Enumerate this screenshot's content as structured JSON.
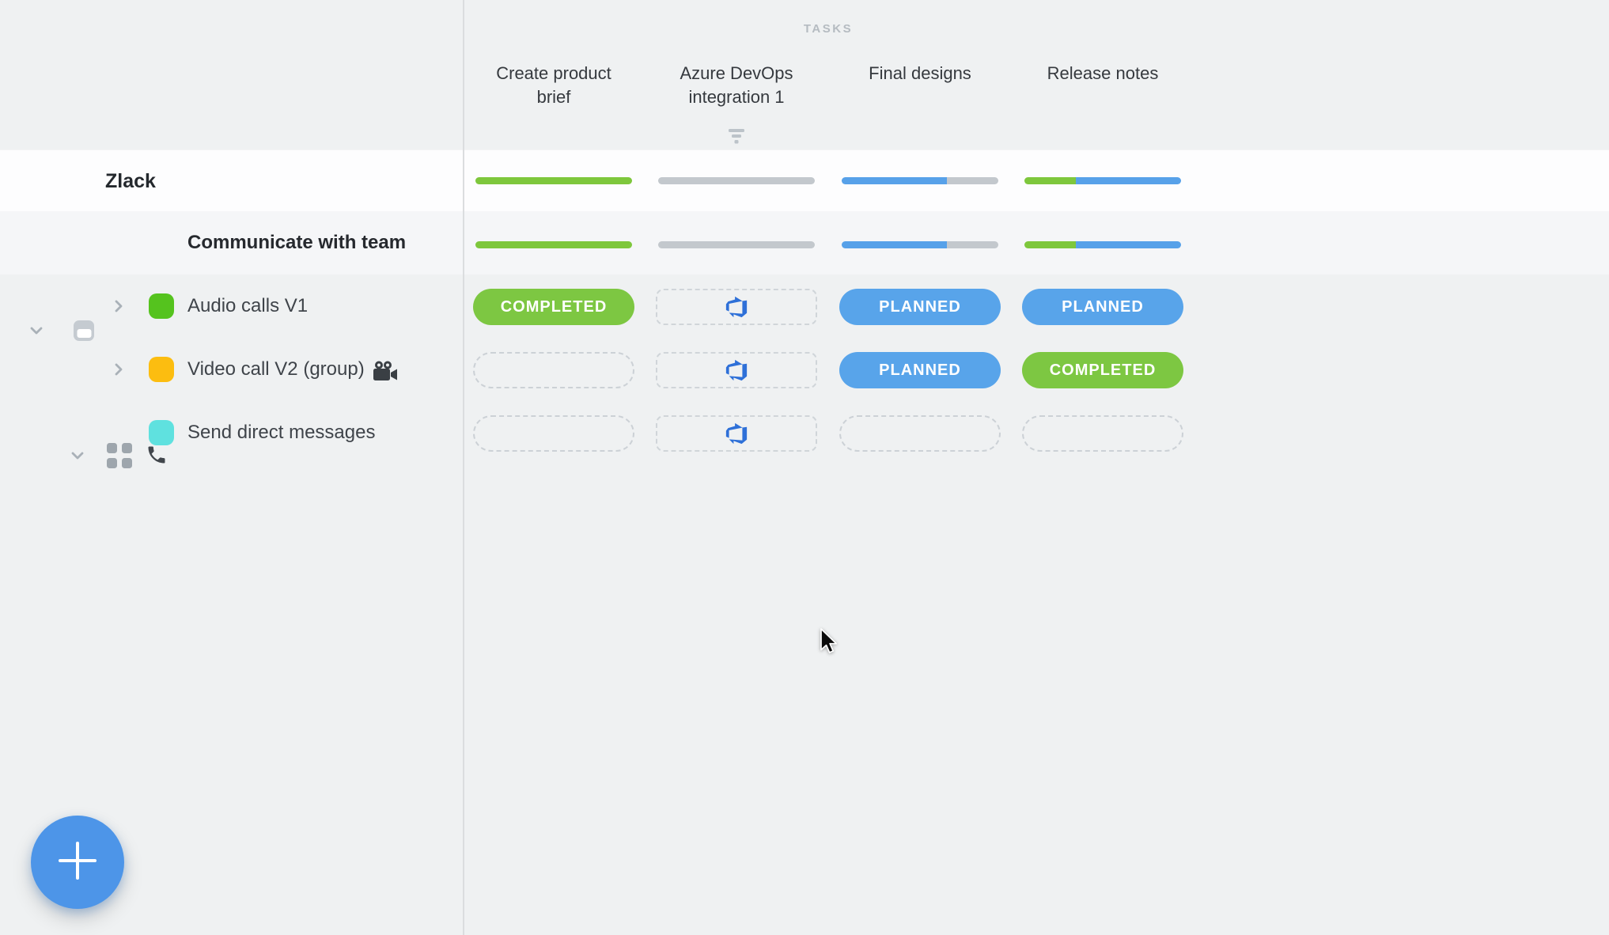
{
  "header": {
    "section_label": "TASKS",
    "columns": [
      {
        "label": "Create product brief",
        "icon": null
      },
      {
        "label": "Azure DevOps integration 1",
        "icon": "filter-icon"
      },
      {
        "label": "Final designs",
        "icon": null
      },
      {
        "label": "Release notes",
        "icon": null
      }
    ]
  },
  "sidebar": {
    "product": {
      "label": "Zlack",
      "icon": "window-icon",
      "expanded": true
    },
    "group": {
      "label": "Communicate with team",
      "icons": [
        "grid-icon",
        "phone-icon"
      ],
      "expanded": true
    },
    "items": [
      {
        "label": "Audio calls V1",
        "swatch_color": "#55c31e",
        "expandable": true
      },
      {
        "label": "Video call V2 (group)",
        "trailing_icon": "movie-camera-icon",
        "swatch_color": "#fcbd10",
        "expandable": true
      },
      {
        "label": "Send direct messages",
        "swatch_color": "#5fe1df",
        "expandable": false
      }
    ]
  },
  "status_labels": {
    "completed": "COMPLETED",
    "planned": "PLANNED"
  },
  "progress": {
    "rows": [
      {
        "name": "Zlack",
        "bars": [
          [
            {
              "color": "green",
              "fraction": 1
            }
          ],
          [
            {
              "color": "gray",
              "fraction": 1
            }
          ],
          [
            {
              "color": "blue",
              "fraction": 0.67
            },
            {
              "color": "gray",
              "fraction": 0.33
            }
          ],
          [
            {
              "color": "green",
              "fraction": 0.33
            },
            {
              "color": "blue",
              "fraction": 0.67
            }
          ]
        ]
      },
      {
        "name": "Communicate with team",
        "bars": [
          [
            {
              "color": "green",
              "fraction": 1
            }
          ],
          [
            {
              "color": "gray",
              "fraction": 1
            }
          ],
          [
            {
              "color": "blue",
              "fraction": 0.67
            },
            {
              "color": "gray",
              "fraction": 0.33
            }
          ],
          [
            {
              "color": "green",
              "fraction": 0.33
            },
            {
              "color": "blue",
              "fraction": 0.67
            }
          ]
        ]
      }
    ]
  },
  "matrix": {
    "rows": [
      {
        "item": "Audio calls V1",
        "cells": [
          {
            "type": "status",
            "status": "completed"
          },
          {
            "type": "azure",
            "icon": "azure-devops-icon"
          },
          {
            "type": "status",
            "status": "planned"
          },
          {
            "type": "status",
            "status": "planned"
          }
        ]
      },
      {
        "item": "Video call V2 (group)",
        "cells": [
          {
            "type": "empty"
          },
          {
            "type": "azure",
            "icon": "azure-devops-icon"
          },
          {
            "type": "status",
            "status": "planned"
          },
          {
            "type": "status",
            "status": "completed"
          }
        ]
      },
      {
        "item": "Send direct messages",
        "cells": [
          {
            "type": "empty"
          },
          {
            "type": "azure",
            "icon": "azure-devops-icon"
          },
          {
            "type": "empty"
          },
          {
            "type": "empty"
          }
        ]
      }
    ]
  },
  "colors": {
    "completed_green": "#7dc742",
    "planned_blue": "#58a4ea",
    "bar_green": "#7ec73c",
    "bar_blue": "#57a1e9",
    "bar_gray": "#c3c8cd",
    "azure_blue": "#2e70d8",
    "fab_blue": "#4d95e8"
  },
  "fab": {
    "label": "+",
    "icon": "plus-icon"
  },
  "cursor": {
    "icon": "arrow-cursor"
  }
}
